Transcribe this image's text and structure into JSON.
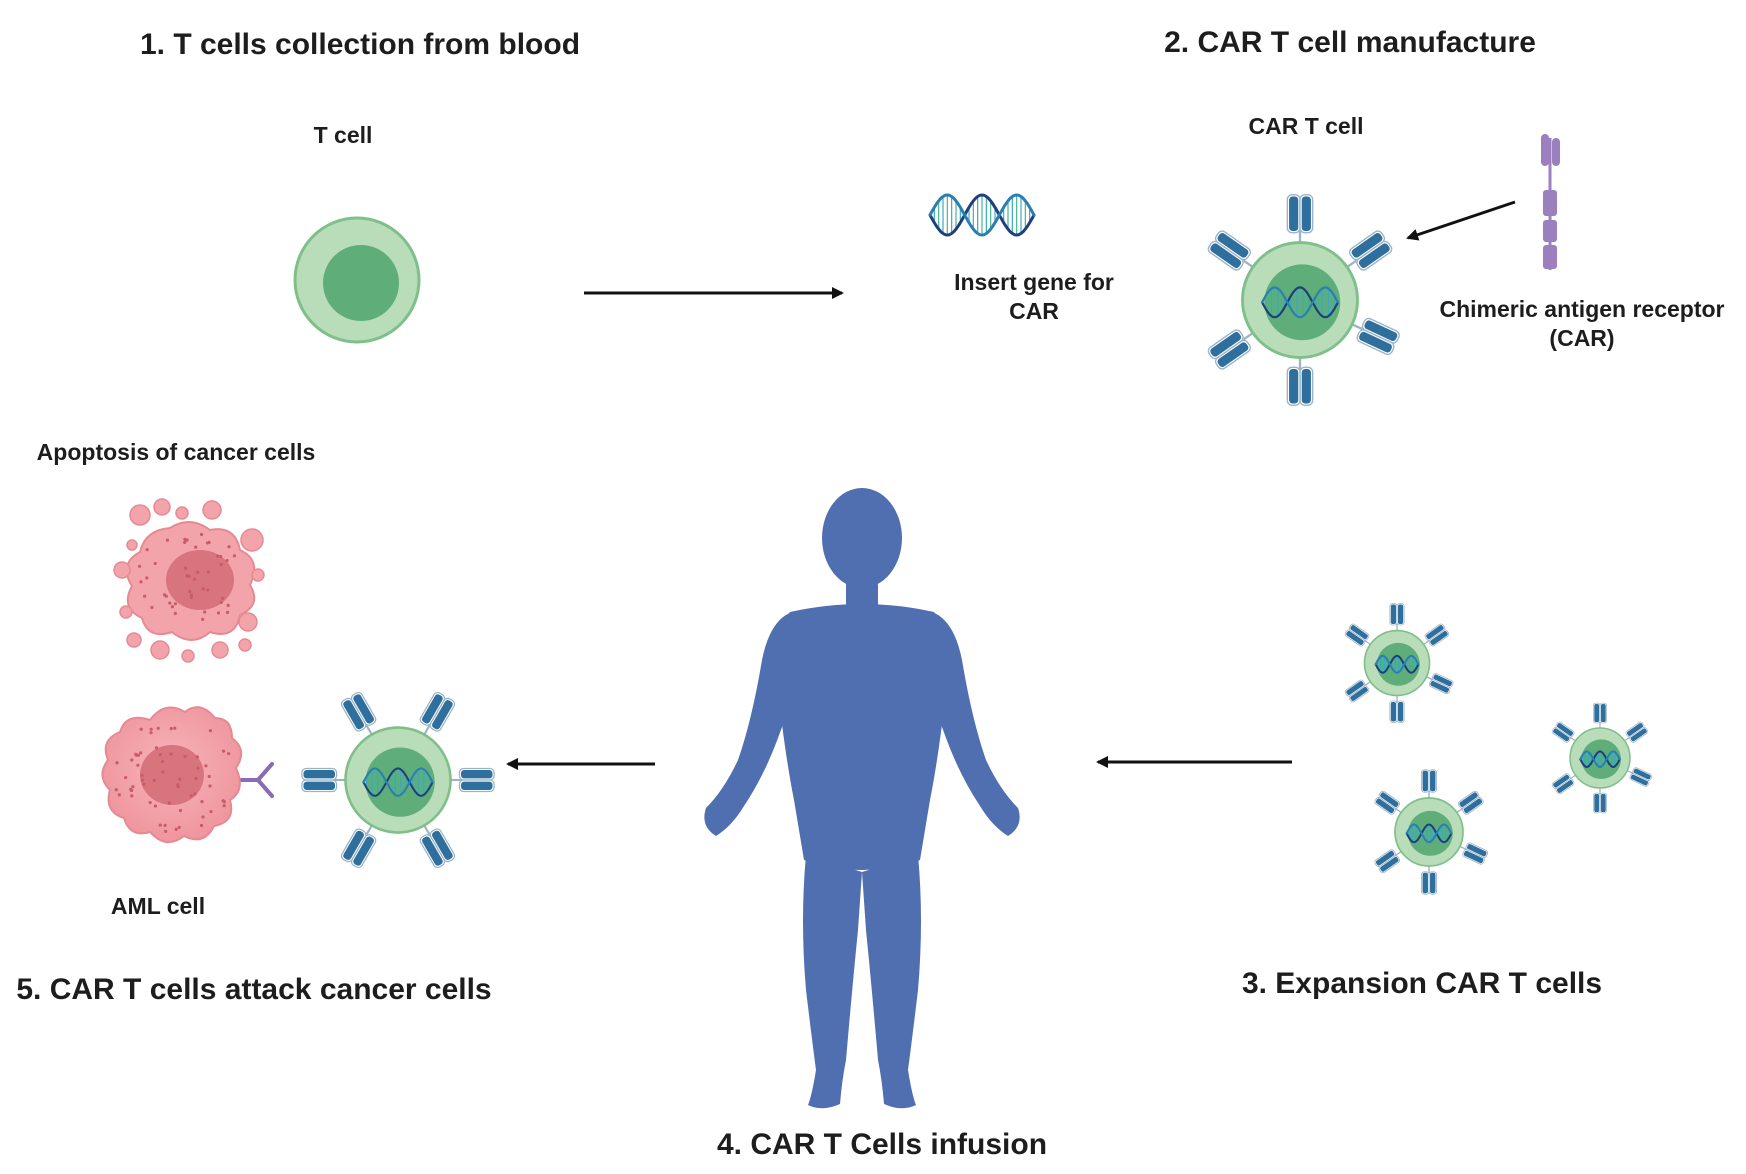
{
  "steps": {
    "s1": "1. T cells collection from blood",
    "s2": "2. CAR T cell manufacture",
    "s3": "3. Expansion CAR T cells",
    "s4": "4. CAR T Cells infusion",
    "s5": "5. CAR T cells attack cancer cells"
  },
  "labels": {
    "t_cell": "T cell",
    "car_t_cell": "CAR T cell",
    "insert_gene_line1": "Insert gene for",
    "insert_gene_line2": "CAR",
    "car_receptor_line1": "Chimeric antigen receptor",
    "car_receptor_line2": "(CAR)",
    "apoptosis": "Apoptosis of cancer cells",
    "aml_cell": "AML cell"
  },
  "colors": {
    "cell_outer": "#b8ddb8",
    "cell_inner": "#5fae7a",
    "receptor_blue": "#2f6f9e",
    "car_purple": "#9b7fbf",
    "cancer_pink": "#f3a4ab",
    "cancer_nucleus": "#d7747e",
    "human_blue": "#4f6fb0",
    "arrow": "#111111"
  }
}
